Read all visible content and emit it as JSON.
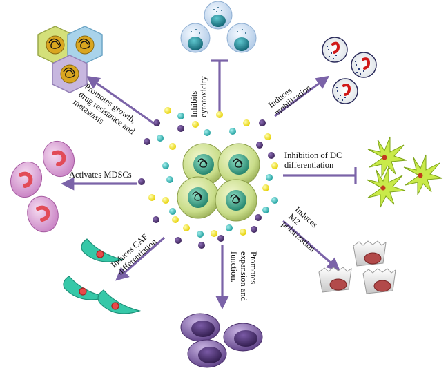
{
  "labels": {
    "growth": [
      "Promotes growth,",
      "drug resistance  and",
      "metastasis"
    ],
    "cytotoxicity": [
      "Inhibits",
      "cytotoxicity"
    ],
    "mobilization": [
      "Induces",
      "mobilization"
    ],
    "dc": [
      "Inhibition of DC",
      "differentiation"
    ],
    "mdsc": [
      "Activates  MDSCs"
    ],
    "m2": [
      "Induces",
      "M2",
      "polarization"
    ],
    "caf": [
      "Induces CAF",
      "differentiation"
    ],
    "expansion": [
      "Promotes",
      "expansion and",
      "function."
    ]
  },
  "colors": {
    "arrow": "#7b63a8",
    "center_cell": "#c9dd8a",
    "center_nucleus": "#2e8e7a",
    "dot_purple": "#4a2f6b",
    "dot_teal": "#2bb3b1",
    "dot_yellow": "#ffe600",
    "nk_cell": "#cfe0f2",
    "nk_nucleus": "#1d7a88",
    "tumor_yellow": "#d4e07a",
    "tumor_blue": "#a9d3ea",
    "tumor_violet": "#c7b7df",
    "mdsc_cell": "#d898d2",
    "mdsc_nucleus": "#e24b57",
    "caf_cell": "#36c8a8",
    "treg_cell": "#7f5ea6",
    "dc_cell": "#c9ea4a",
    "macrophage": "#dcdcdc",
    "macro_nucleus": "#b24a4a"
  }
}
